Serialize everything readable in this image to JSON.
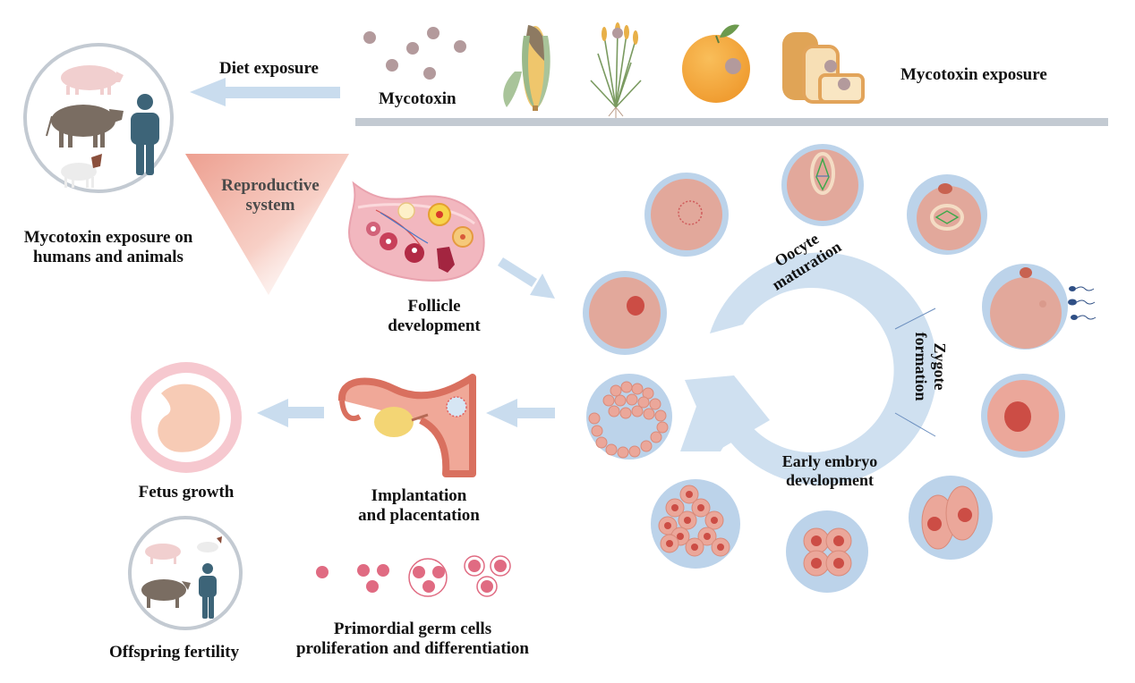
{
  "labels": {
    "diet_exposure": "Diet exposure",
    "mycotoxin": "Mycotoxin",
    "mycotoxin_exposure": "Mycotoxin exposure",
    "reproductive_system_line1": "Reproductive",
    "reproductive_system_line2": "system",
    "humans_animals_line1": "Mycotoxin exposure on",
    "humans_animals_line2": "humans and animals",
    "follicle_line1": "Follicle",
    "follicle_line2": "development",
    "oocyte_line1": "Oocyte",
    "oocyte_line2": "maturation",
    "zygote_line1": "Zygote",
    "zygote_line2": "formation",
    "embryo_line1": "Early embryo",
    "embryo_line2": "development",
    "fetus_growth": "Fetus growth",
    "implantation_line1": "Implantation",
    "implantation_line2": "and placentation",
    "offspring_fertility": "Offspring fertility",
    "pgc_line1": "Primordial germ cells",
    "pgc_line2": "proliferation and differentiation"
  },
  "colors": {
    "arrow_blue": "#c9dcee",
    "gray_bar": "#c3cad2",
    "mycotoxin_dot": "#b39a9c",
    "cell_pink": "#e2a89b",
    "cell_nucleus": "#d0605a",
    "zona": "#b7d0ea",
    "human": "#3d6478",
    "cow": "#7a6d62",
    "pig": "#f1cfcf",
    "pgc_pink": "#e06b82",
    "fetus_ring": "#f6c8cf"
  }
}
